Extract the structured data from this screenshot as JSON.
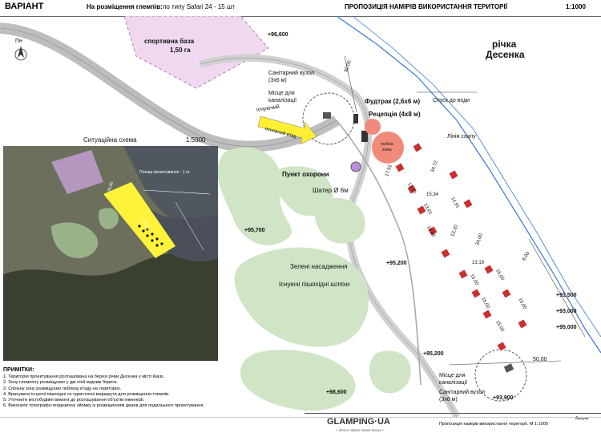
{
  "header": {
    "variant": "ВАРІАНТ",
    "placement_label": "На розміщення глемпів:",
    "placement_value": "по типу Safari 24 - 15 шт",
    "title": "ПРОПОЗИЦІЯ НАМІРІВ ВИКОРИСТАННЯ ТЕРИТОРІЇ",
    "scale": "1:1000"
  },
  "map": {
    "north": "Пн",
    "sport_base": "спортивна база",
    "sport_area": "1,50 га",
    "river": [
      "річка",
      "Десенка"
    ],
    "existing_road": [
      "існуючий",
      "основний в'їзд"
    ],
    "sanitary_top": [
      "Санітарний вузол",
      "(3х6 м)"
    ],
    "sewer_top": [
      "Місце для",
      "каналізації"
    ],
    "foodtruck": "Фудтрак (2,6х6 м)",
    "reception": "Рецепція (4х8 м)",
    "descent": "Спуск до води",
    "lounge": [
      "лобна",
      "зона"
    ],
    "security": "Пункт охорони",
    "tent": "Шатер Ø 6м",
    "slope_line": "Лінія схилу",
    "green": "Зелені насадження",
    "paths": "Існуючі пішохідні шляхи",
    "sanitary_bottom": [
      "Санітарний вузол",
      "(3х6 м)"
    ],
    "sewer_bottom": [
      "Місце для",
      "каналізації"
    ],
    "elevations": [
      "+96,600",
      "+95,700",
      "+95,200",
      "+95,200",
      "+91,500",
      "+93,000",
      "+95,000",
      "+98,600",
      "+93,900"
    ],
    "dims": [
      "50,00",
      "17,91",
      "34,72",
      "15,34",
      "13,70",
      "14,91",
      "13,01",
      "13,20",
      "15,00",
      "34,00",
      "13,19",
      "8,00",
      "15,00",
      "15,00",
      "15,00",
      "15,00",
      "15,00",
      "50,00"
    ]
  },
  "situation": {
    "title": "Ситуаційна схема",
    "scale": "1:5000",
    "area_label": "Площа проектування - 1 га",
    "dim_a": "56,00",
    "dim_b": "270,00"
  },
  "notes": {
    "title": "ПРИМІТКИ:",
    "items": [
      "1. Територія проектування розташована на березі річки Десенка у місті Києв..",
      "2. Зону глемпінгу розміщуємо у дві лінії вздовж берега.",
      "3. Спільну зону розміщуємо поблизу в'їзду на територію.",
      "4. Врахувати існуючі пішохідні та туристичні маршрути для розміщення глемпів.",
      "5. Уточнити містобудівні вимоги до розташування об'єктів інженерії.",
      "6. Виконати топографо-геодезичну зйомку із розміщенням дерев для подальшого проектування."
    ]
  },
  "footer": {
    "brand": "GLAMPING·UA",
    "tagline": "• where nature meets luxury •",
    "caption": "Пропозиція намірів використання території. М 1:1000",
    "sheet": "Аркуш"
  }
}
